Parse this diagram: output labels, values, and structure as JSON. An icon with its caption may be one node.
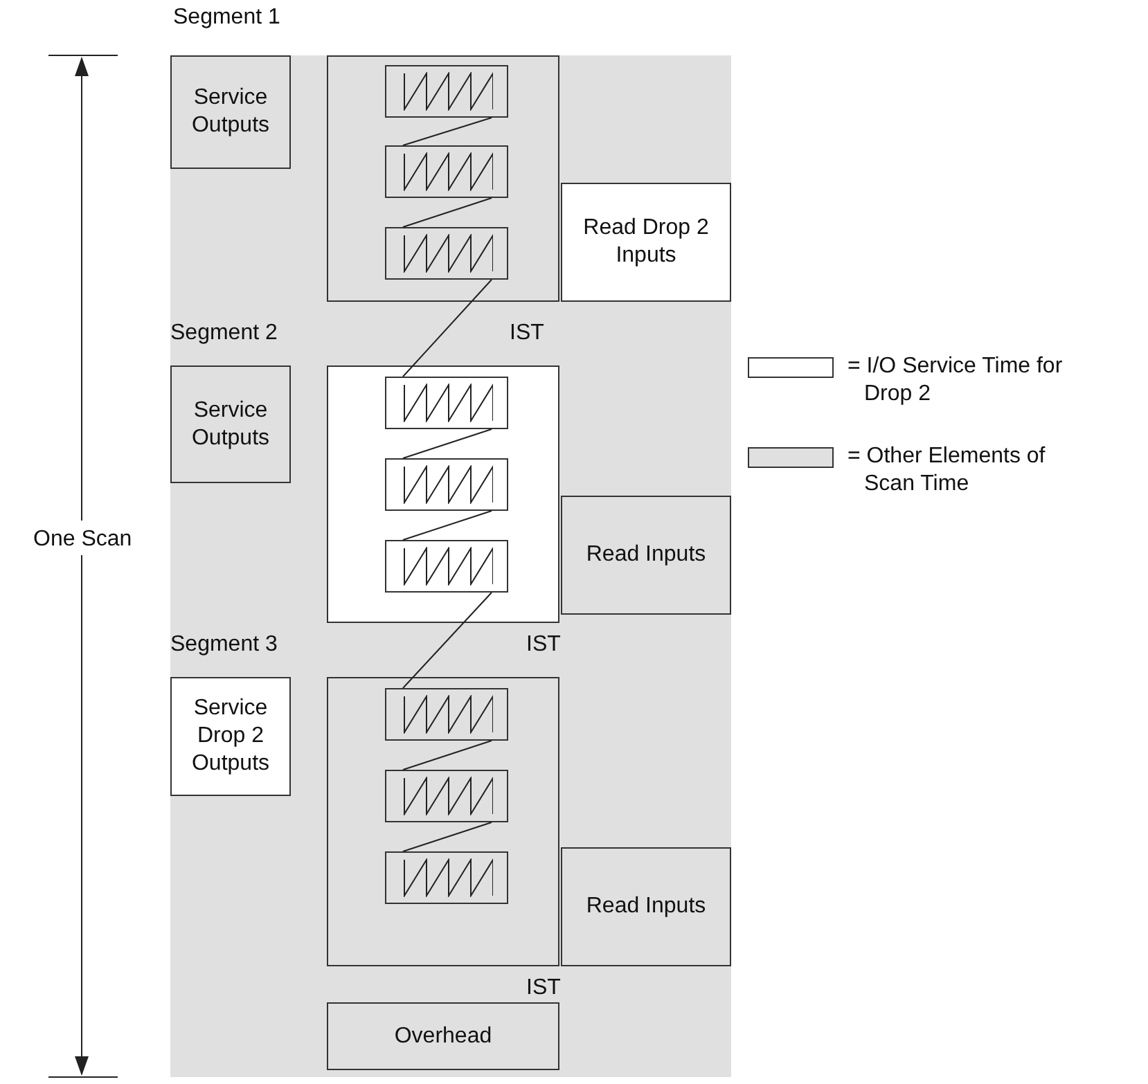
{
  "diagram": {
    "nodes": [
      {
        "text": [
          "Service Outputs"
        ]
      },
      {
        "text": [],
        "shape": "box"
      },
      {
        "text": [],
        "shape": "box",
        "in": 1
      },
      {
        "text": [],
        "shape": "box",
        "in": 1
      },
      {
        "text": [],
        "shape": "box",
        "in": 1
      },
      {
        "text": [
          "Read Drop 2 Inputs"
        ]
      },
      {
        "text": [
          "Service Outputs"
        ]
      },
      {
        "text": [],
        "shape": "box"
      },
      {
        "text": [],
        "shape": "box",
        "in": 7
      },
      {
        "text": [],
        "shape": "box",
        "in": 7
      },
      {
        "text": [],
        "shape": "box",
        "in": 7
      },
      {
        "text": [
          "Read Inputs"
        ]
      },
      {
        "text": [
          "Service Drop 2 Outputs"
        ]
      },
      {
        "text": [],
        "shape": "box"
      },
      {
        "text": [],
        "shape": "box",
        "in": 13
      },
      {
        "text": [],
        "shape": "box",
        "in": 13
      },
      {
        "text": [],
        "shape": "box",
        "in": 13
      },
      {
        "text": [
          "Read Inputs"
        ]
      },
      {
        "text": [
          "Overhead"
        ]
      }
    ],
    "edges": [
      {
        "from": 2,
        "to": 3,
        "arrow": "none"
      },
      {
        "from": 3,
        "to": 4,
        "arrow": "none"
      },
      {
        "from": 4,
        "to": 8,
        "arrow": "none"
      },
      {
        "from": 8,
        "to": 9,
        "arrow": "none"
      },
      {
        "from": 9,
        "to": 10,
        "arrow": "none"
      },
      {
        "from": 10,
        "to": 14,
        "arrow": "none"
      },
      {
        "from": 14,
        "to": 15,
        "arrow": "none"
      },
      {
        "from": 15,
        "to": 16,
        "arrow": "none"
      }
    ],
    "labels": [
      "Segment 1",
      "Segment 2",
      "IST",
      "One Scan",
      "Segment 3",
      "IST",
      "IST"
    ],
    "legend": [
      {
        "text": "= I/O Service Time for Drop 2",
        "color": "#ffffff"
      },
      {
        "text": "= Other Elements of Scan Time",
        "color": "#e0e0e0"
      }
    ]
  }
}
